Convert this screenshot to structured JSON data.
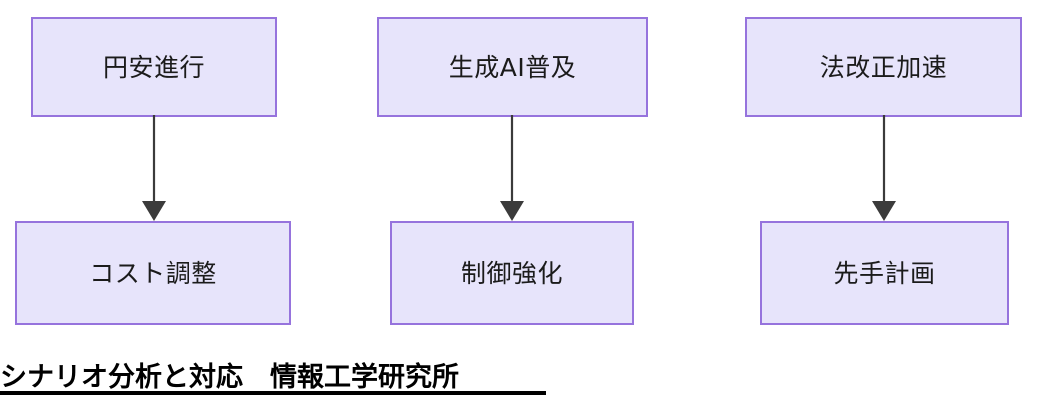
{
  "diagram": {
    "type": "flow",
    "title_caption": "シナリオ分析と対応　情報工学研究所",
    "colors": {
      "node_fill": "#e7e4fb",
      "node_border": "#9673dd",
      "edge": "#3b3b3b",
      "text": "#1b1b1b",
      "caption_text": "#000000",
      "background": "#ffffff"
    },
    "nodes": [
      {
        "id": "cause-1",
        "label": "円安進行",
        "row": "top",
        "column": 1
      },
      {
        "id": "cause-2",
        "label": "生成AI普及",
        "row": "top",
        "column": 2
      },
      {
        "id": "cause-3",
        "label": "法改正加速",
        "row": "top",
        "column": 3
      },
      {
        "id": "effect-1",
        "label": "コスト調整",
        "row": "bottom",
        "column": 1
      },
      {
        "id": "effect-2",
        "label": "制御強化",
        "row": "bottom",
        "column": 2
      },
      {
        "id": "effect-3",
        "label": "先手計画",
        "row": "bottom",
        "column": 3
      }
    ],
    "edges": [
      {
        "id": "edge-1",
        "from": "cause-1",
        "to": "effect-1",
        "arrow": "down"
      },
      {
        "id": "edge-2",
        "from": "cause-2",
        "to": "effect-2",
        "arrow": "down"
      },
      {
        "id": "edge-3",
        "from": "cause-3",
        "to": "effect-3",
        "arrow": "down"
      }
    ]
  }
}
